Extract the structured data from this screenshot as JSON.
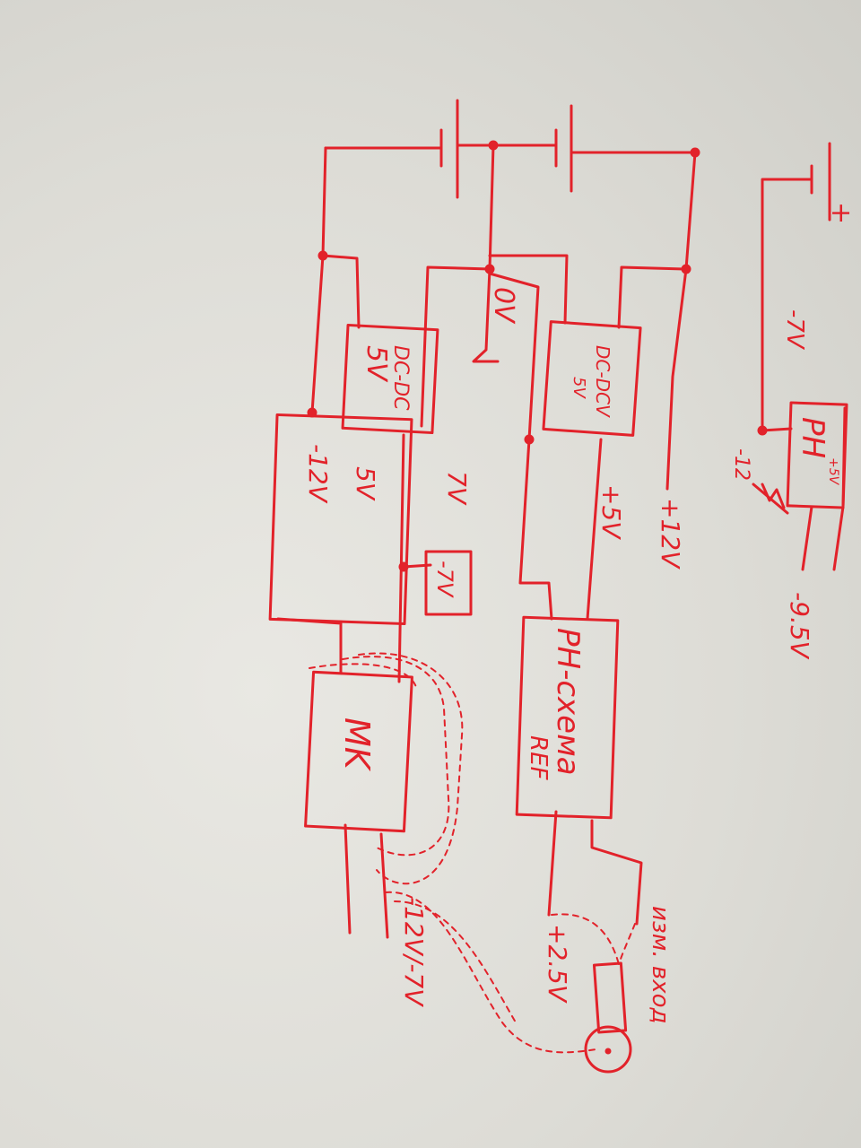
{
  "labels": {
    "dcdc_a": "DC-DC",
    "dcdc_a_v": "5V",
    "dcdc_b": "DC-DCV",
    "dcdc_b_v": "5V",
    "zero": "0V",
    "m5v": "5V",
    "m12": "-12V",
    "r7": "7V",
    "box7": "-7V",
    "p5": "+5V",
    "p12": "+12V",
    "mk": "MK",
    "ph1": "PH-схема",
    "ph2": "REF",
    "p25": "+2.5V",
    "izm": "изм. вход",
    "out": "-12V/-7V",
    "ph_small": "PH",
    "ph_small_v": "+5V",
    "m7": "-7V",
    "m12b": "-12",
    "m95": "-9.5V",
    "plus": "+"
  },
  "colors": {
    "ink": "#e2222a"
  }
}
